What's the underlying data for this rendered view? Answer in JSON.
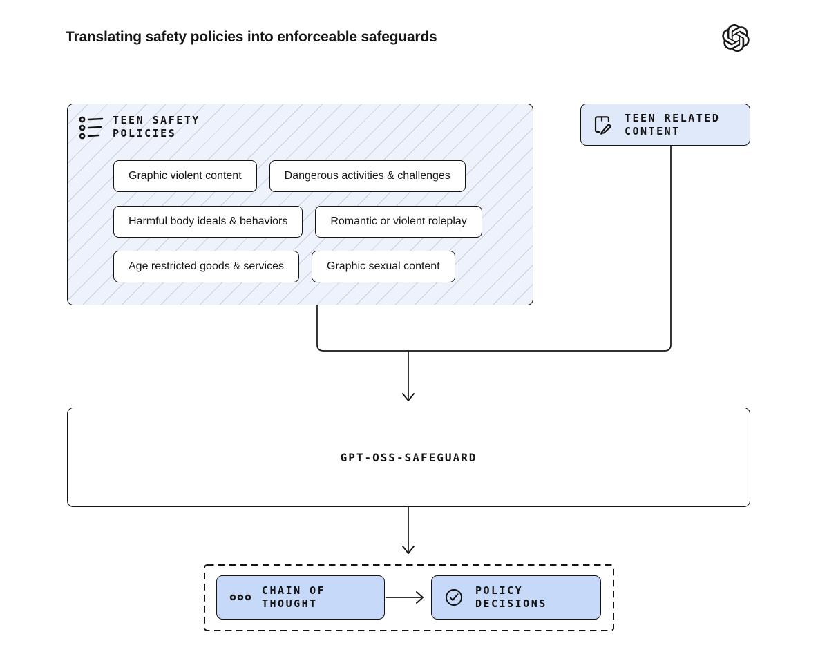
{
  "colors": {
    "ink": "#141414",
    "panel_hatch_bg": "#eef2fb",
    "panel_hatch_line": "#c9cfe1",
    "light_blue": "#dfe9fa",
    "deep_blue": "#c7d9f8",
    "white": "#ffffff"
  },
  "header": {
    "title": "Translating safety policies into enforceable safeguards",
    "logo_icon": "openai-logo"
  },
  "policies_panel": {
    "icon": "list-icon",
    "label_line1": "TEEN SAFETY",
    "label_line2": "POLICIES",
    "pills": [
      "Graphic violent content",
      "Dangerous activities & challenges",
      "Harmful body ideals & behaviors",
      "Romantic or violent roleplay",
      "Age restricted goods & services",
      "Graphic sexual content"
    ]
  },
  "content_box": {
    "icon": "edit-document-icon",
    "label_line1": "TEEN RELATED",
    "label_line2": "CONTENT"
  },
  "model_box": {
    "label": "GPT-OSS-SAFEGUARD"
  },
  "output_group": {
    "chain_of_thought": {
      "icon": "ellipsis-icon",
      "label_line1": "CHAIN OF",
      "label_line2": "THOUGHT"
    },
    "policy_decisions": {
      "icon": "check-circle-icon",
      "label_line1": "POLICY",
      "label_line2": "DECISIONS"
    }
  }
}
